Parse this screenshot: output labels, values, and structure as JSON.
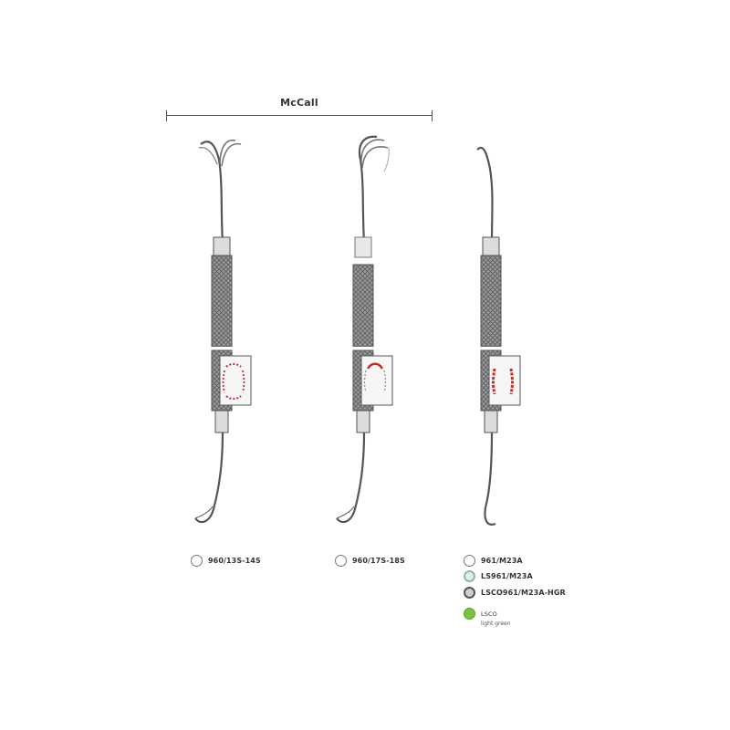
{
  "header": {
    "range_label": "McCall"
  },
  "instruments": [
    {
      "name": "960/13S-14S",
      "options": [
        {
          "code": "960/13S-14S",
          "color": "#ffffff"
        }
      ]
    },
    {
      "name": "960/17S-18S",
      "options": [
        {
          "code": "960/17S-18S",
          "color": "#ffffff"
        }
      ]
    },
    {
      "name": "961/M23A",
      "options": [
        {
          "code": "961/M23A",
          "color": "#ffffff"
        },
        {
          "code": "LS961/M23A",
          "color": "#dfefec"
        },
        {
          "code": "LSCO961/M23A-HGR",
          "color": "#c9d0cf"
        },
        {
          "code": "LSCO",
          "sublabel": "light green",
          "color": "#7cc242"
        }
      ]
    }
  ],
  "colors": {
    "handle": "#8a8a8a",
    "marking": "#c0302b",
    "line": "#555555"
  }
}
